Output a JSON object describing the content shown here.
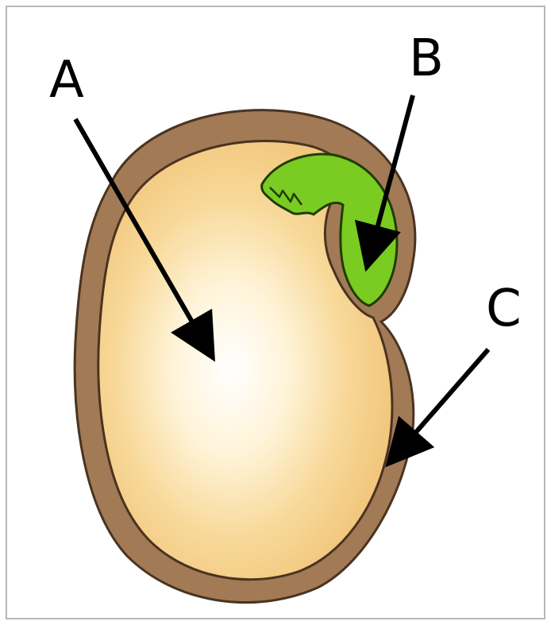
{
  "diagram": {
    "labels": {
      "a": "A",
      "b": "B",
      "c": "C"
    },
    "colors": {
      "seed_coat": "#a27a55",
      "seed_coat_outline": "#4a3321",
      "cotyledon": "#f2c77d",
      "cotyledon_highlight": "#fff8e6",
      "embryo": "#7acb22",
      "embryo_outline": "#1f3d06",
      "arrow": "#000000",
      "frame_border": "#b7b7b7"
    }
  }
}
